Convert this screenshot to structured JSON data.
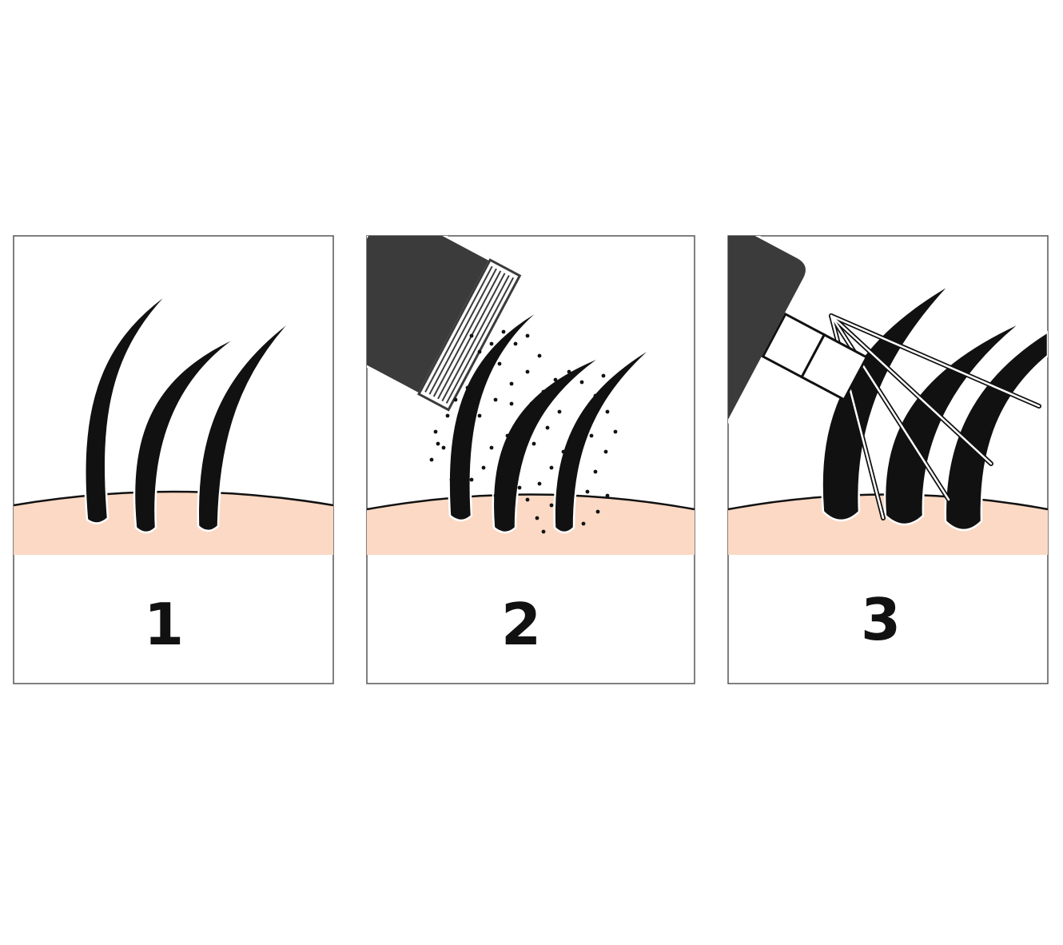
{
  "colors": {
    "background": "#ffffff",
    "skin": "#fbd9c4",
    "hair": "#111111",
    "frame": "#555555",
    "fiber_bottle": "#3b3b3b",
    "spray_bottle": "#3b3b3b"
  },
  "panels": [
    {
      "label": "1",
      "icons": [
        "scalp-icon",
        "thin-hair-icon"
      ]
    },
    {
      "label": "2",
      "icons": [
        "fiber-shaker-bottle-icon",
        "hair-fiber-particles-icon",
        "scalp-icon",
        "thin-hair-icon"
      ]
    },
    {
      "label": "3",
      "icons": [
        "spray-bottle-icon",
        "spray-mist-icon",
        "scalp-icon",
        "thick-hair-icon"
      ]
    }
  ]
}
